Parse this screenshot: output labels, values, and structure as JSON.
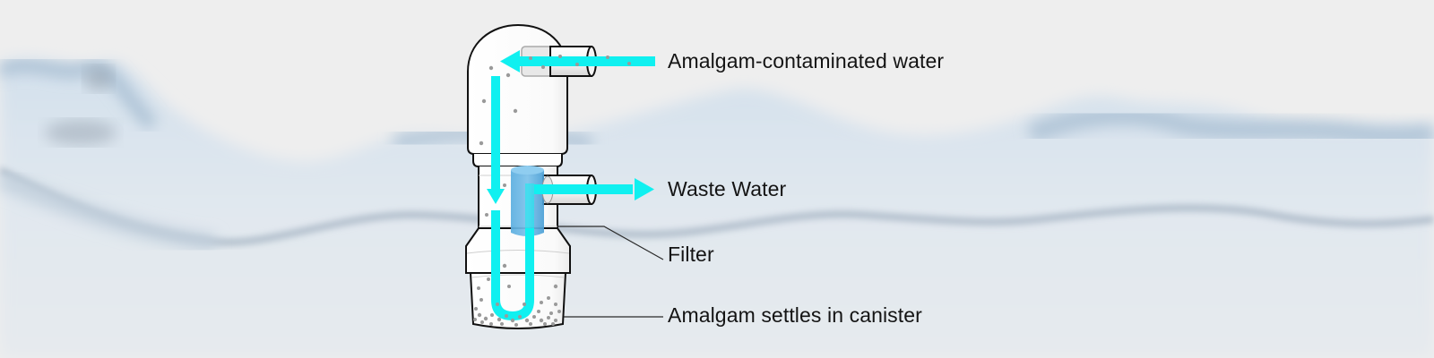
{
  "diagram": {
    "title": "Amalgam separator diagram",
    "labels": {
      "inlet": "Amalgam-contaminated water",
      "outlet": "Waste Water",
      "filter": "Filter",
      "canister": "Amalgam settles in canister"
    },
    "colors": {
      "flow": "#10f0f0",
      "filter": "#5aaee0",
      "background": "#eeeeee",
      "water_tint": "#c9d9e8",
      "particles": "#9a9a9a",
      "outline": "#111111"
    }
  }
}
